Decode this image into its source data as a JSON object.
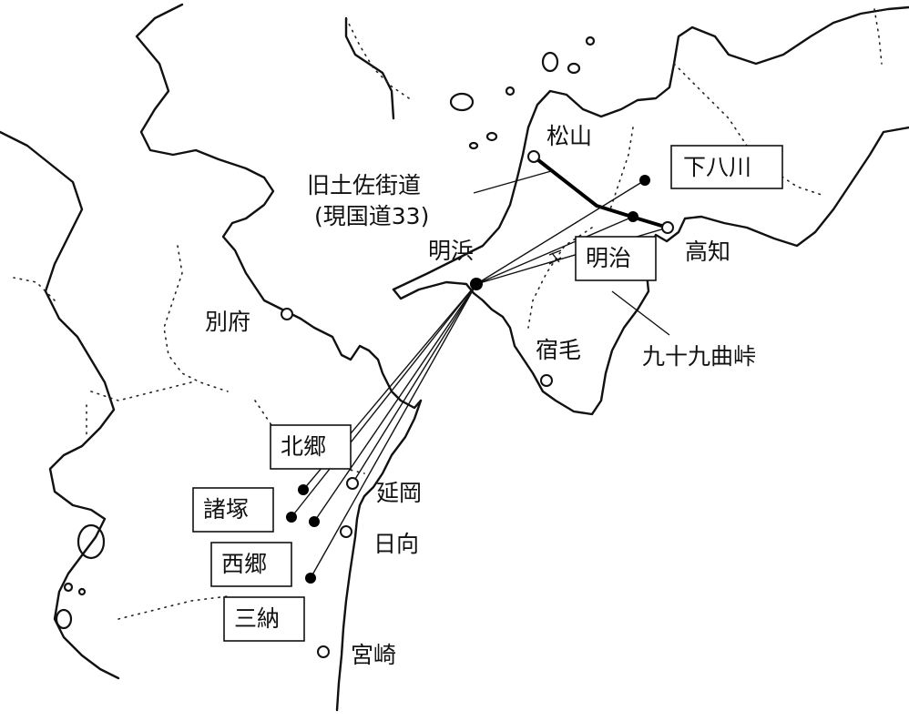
{
  "cities": [
    {
      "id": "matsuyama",
      "name": "松山"
    },
    {
      "id": "kochi",
      "name": "高知"
    },
    {
      "id": "beppu",
      "name": "別府"
    },
    {
      "id": "sukumo",
      "name": "宿毛"
    },
    {
      "id": "nobeoka",
      "name": "延岡"
    },
    {
      "id": "hyuga",
      "name": "日向"
    },
    {
      "id": "miyazaki",
      "name": "宮崎"
    },
    {
      "id": "akehama",
      "name": "明浜"
    }
  ],
  "villages": [
    {
      "id": "shimoyagawa",
      "name": "下八川"
    },
    {
      "id": "meiji",
      "name": "明治"
    },
    {
      "id": "kitago",
      "name": "北郷"
    },
    {
      "id": "morotsuka",
      "name": "諸塚"
    },
    {
      "id": "saigo",
      "name": "西郷"
    },
    {
      "id": "mimata",
      "name": "三納"
    }
  ],
  "annotations": {
    "old_road_line1": "旧土佐街道",
    "old_road_line2": "(現国道33)",
    "pass": "九十九曲峠"
  }
}
